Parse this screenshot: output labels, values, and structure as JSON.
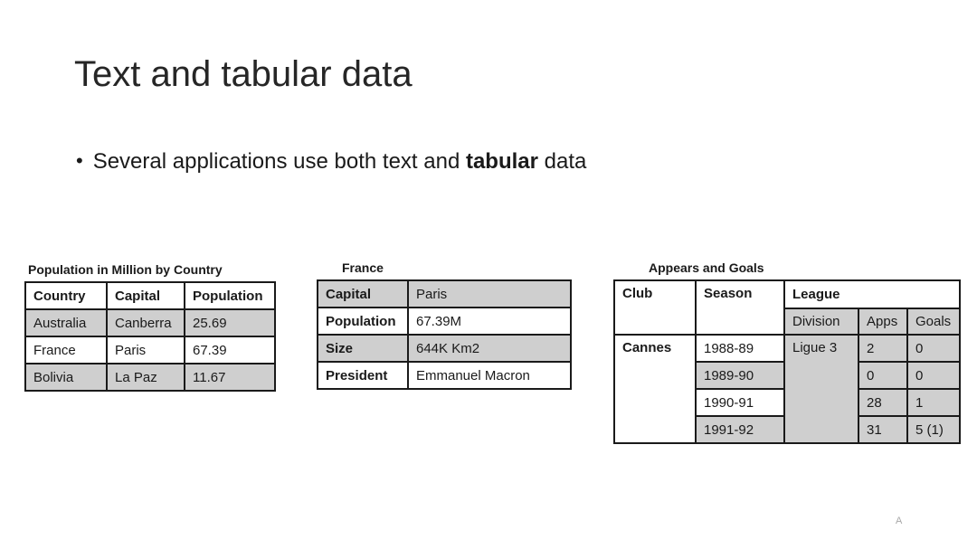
{
  "slide": {
    "title": "Text and tabular data",
    "bullet": {
      "marker": "•",
      "prefix": "Several applications use both text and ",
      "bold": "tabular",
      "suffix": " data"
    },
    "corner_mark": "A"
  },
  "colors": {
    "row_gray": "#cfcfcf",
    "border": "#1a1a1a",
    "text": "#1a1a1a"
  },
  "population_table": {
    "caption": "Population in Million by Country",
    "headers": [
      "Country",
      "Capital",
      "Population"
    ],
    "rows": [
      [
        "Australia",
        "Canberra",
        "25.69"
      ],
      [
        "France",
        "Paris",
        "67.39"
      ],
      [
        "Bolivia",
        "La Paz",
        "11.67"
      ]
    ]
  },
  "france_table": {
    "caption": "France",
    "rows": [
      {
        "label": "Capital",
        "value": "Paris"
      },
      {
        "label": "Population",
        "value": "67.39M"
      },
      {
        "label": "Size",
        "value": "644K Km2"
      },
      {
        "label": "President",
        "value": "Emmanuel Macron"
      }
    ]
  },
  "appears_table": {
    "caption": "Appears and Goals",
    "headers": {
      "club": "Club",
      "season": "Season",
      "league": "League",
      "division": "Division",
      "apps": "Apps",
      "goals": "Goals"
    },
    "club": "Cannes",
    "division": "Ligue 3",
    "rows": [
      {
        "season": "1988-89",
        "apps": "2",
        "goals": "0"
      },
      {
        "season": "1989-90",
        "apps": "0",
        "goals": "0"
      },
      {
        "season": "1990-91",
        "apps": "28",
        "goals": "1"
      },
      {
        "season": "1991-92",
        "apps": "31",
        "goals": "5 (1)"
      }
    ]
  }
}
